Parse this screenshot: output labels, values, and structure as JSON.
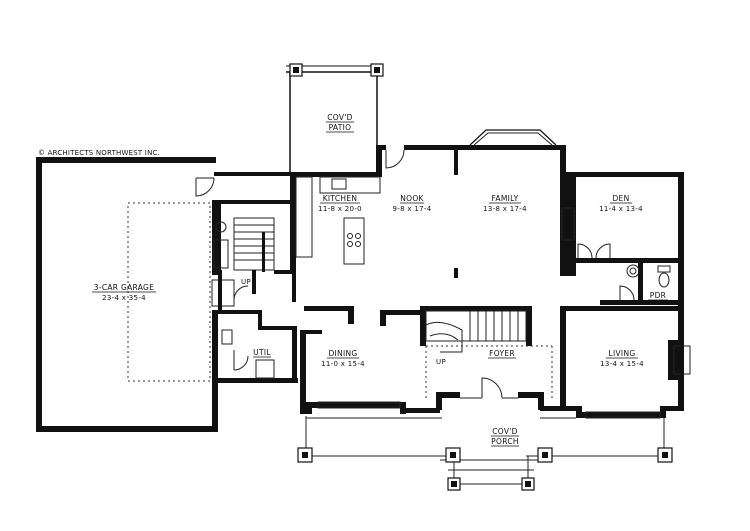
{
  "credit": "© ARCHITECTS NORTHWEST INC.",
  "rooms": {
    "patio": {
      "name": "COV'D",
      "name2": "PATIO"
    },
    "kitchen": {
      "name": "KITCHEN",
      "size": "11-8 x 20-0"
    },
    "nook": {
      "name": "NOOK",
      "size": "9-8 x 17-4"
    },
    "family": {
      "name": "FAMILY",
      "size": "13-8 x 17-4"
    },
    "den": {
      "name": "DEN",
      "size": "11-4 x 13-4"
    },
    "pdr": {
      "name": "PDR"
    },
    "garage": {
      "name": "3-CAR GARAGE",
      "size": "23-4 x 35-4"
    },
    "util": {
      "name": "UTIL"
    },
    "dining": {
      "name": "DINING",
      "size": "11-0 x 15-4"
    },
    "foyer": {
      "name": "FOYER"
    },
    "living": {
      "name": "LIVING",
      "size": "13-4 x 15-4"
    },
    "porch": {
      "name": "COV'D",
      "name2": "PORCH"
    }
  },
  "stair_labels": {
    "garage_up": "UP",
    "foyer_up": "UP"
  }
}
